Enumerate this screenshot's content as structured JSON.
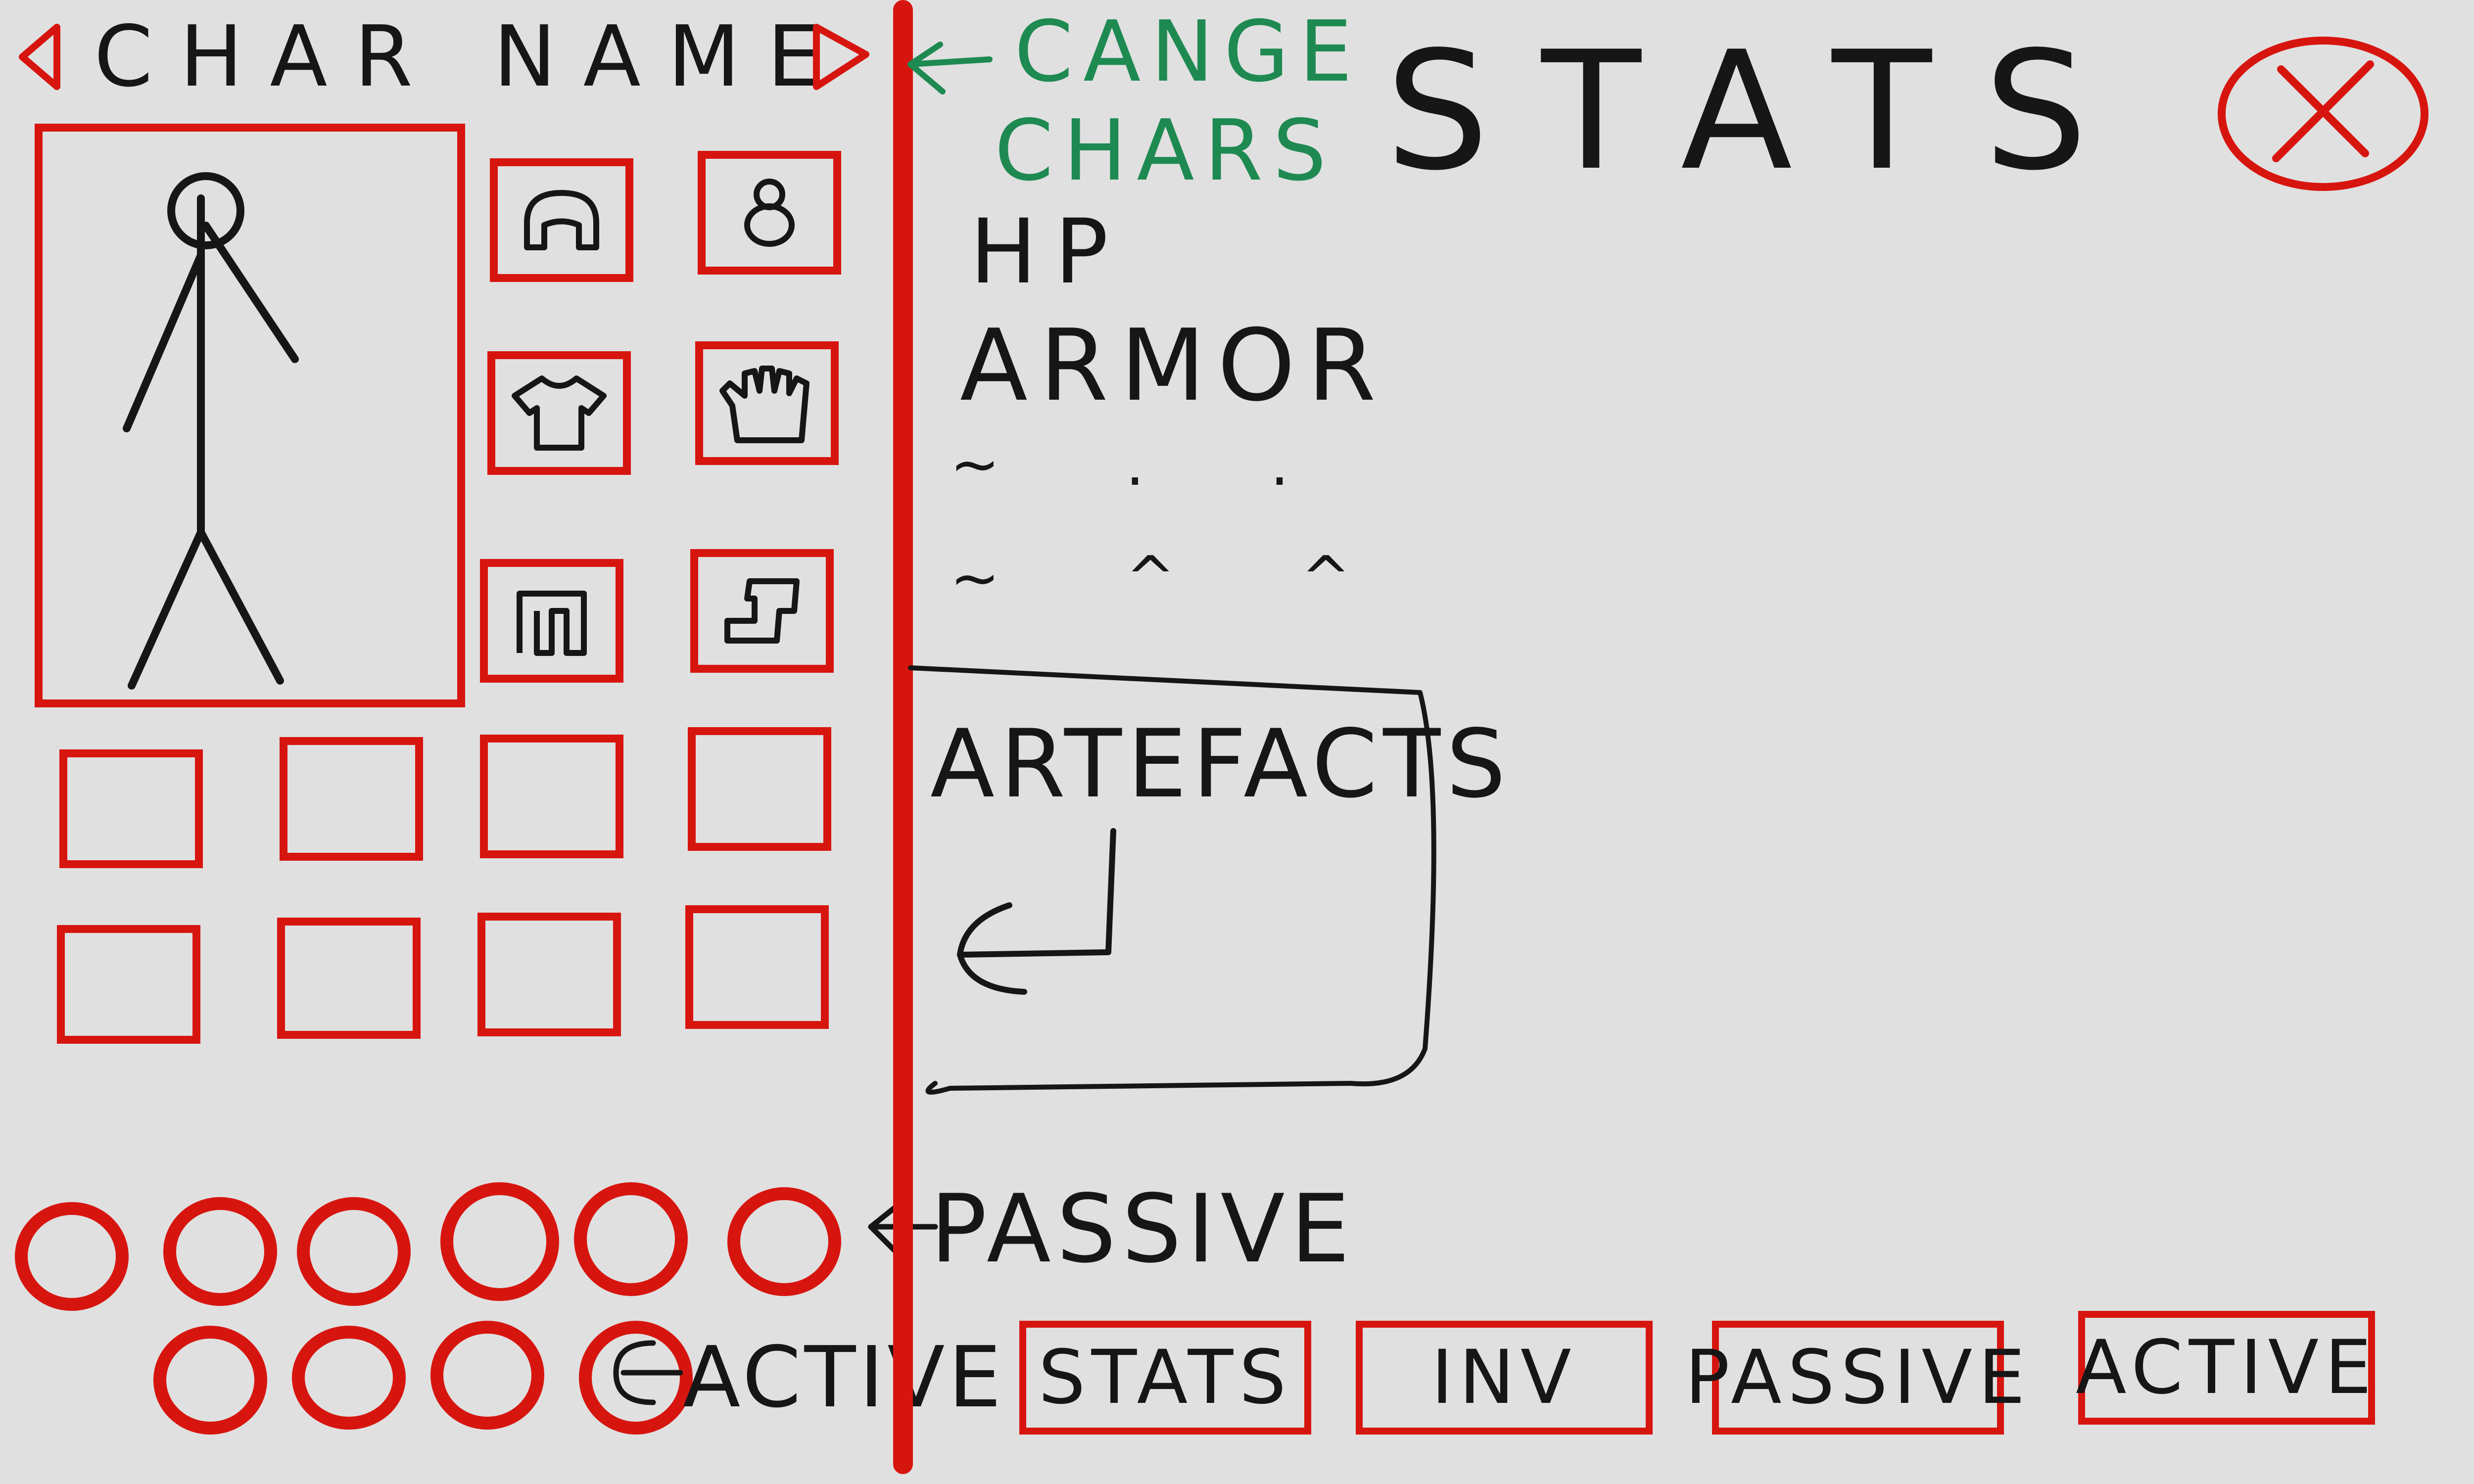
{
  "header": {
    "char_name": "CHAR NAME",
    "prev_icon": "triangle-left-icon",
    "next_icon": "triangle-right-icon",
    "change_chars_note_line1": "CANGE",
    "change_chars_note_line2": "CHARS",
    "note_color": "#1e8a52"
  },
  "stats_panel": {
    "title": "STATS",
    "hp_label": "HP",
    "armor_label": "ARMOR",
    "placeholder_row_1": "~ . .",
    "placeholder_row_2": "~ ^ ^",
    "artefacts_label": "ARTEFACTS"
  },
  "equipment_slots": [
    {
      "icon": "helmet-icon"
    },
    {
      "icon": "amulet-icon"
    },
    {
      "icon": "shirt-icon"
    },
    {
      "icon": "glove-icon"
    },
    {
      "icon": "pants-icon"
    },
    {
      "icon": "boot-icon"
    }
  ],
  "inventory": {
    "rows": 2,
    "columns": 4
  },
  "skills": {
    "passive_label": "PASSIVE",
    "active_label": "ACTIVE",
    "passive_count": 6,
    "active_count": 4
  },
  "tabs": [
    {
      "label": "STATS"
    },
    {
      "label": "INV"
    },
    {
      "label": "PASSIVE"
    },
    {
      "label": "ACTIVE"
    }
  ],
  "colors": {
    "accent_red": "#d7150f",
    "ink": "#161616",
    "background": "#e0e0e0"
  }
}
